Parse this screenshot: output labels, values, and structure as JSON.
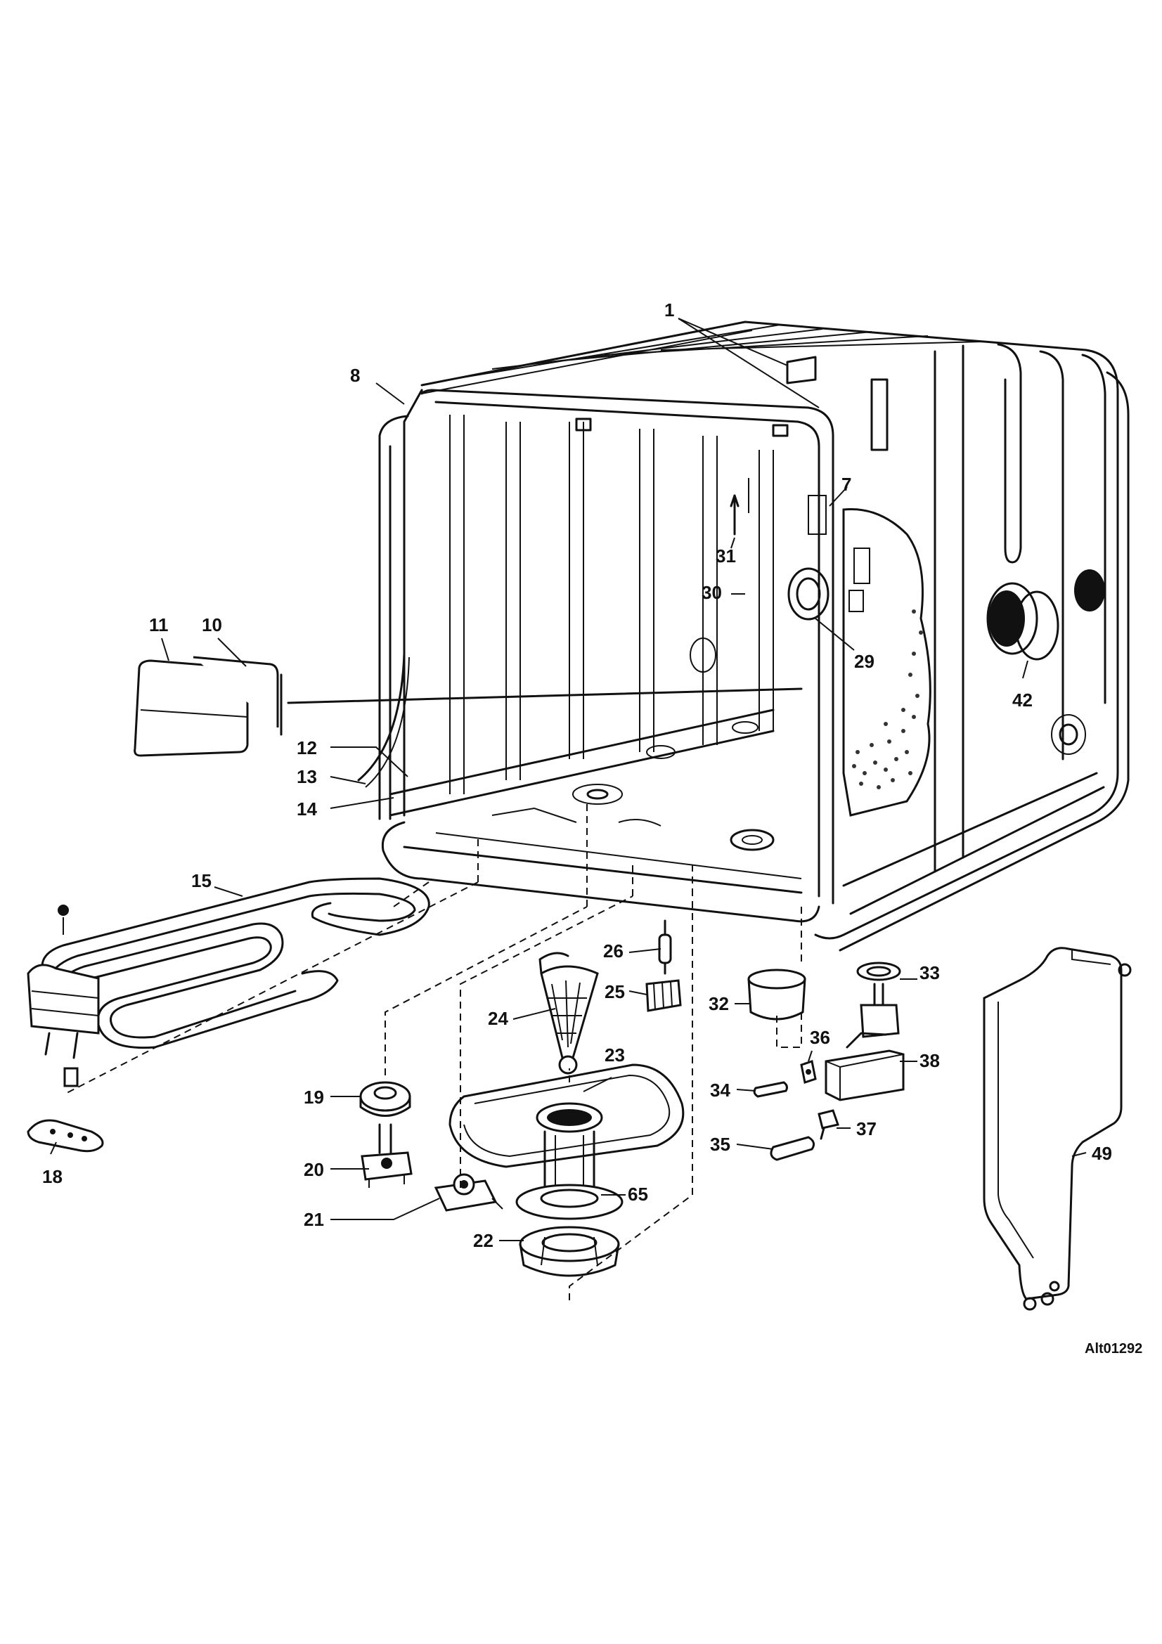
{
  "drawing_code": "Alt01292",
  "callouts": [
    {
      "id": "1",
      "label": "1"
    },
    {
      "id": "7",
      "label": "7"
    },
    {
      "id": "8",
      "label": "8"
    },
    {
      "id": "10",
      "label": "10"
    },
    {
      "id": "11",
      "label": "11"
    },
    {
      "id": "12",
      "label": "12"
    },
    {
      "id": "13",
      "label": "13"
    },
    {
      "id": "14",
      "label": "14"
    },
    {
      "id": "15",
      "label": "15"
    },
    {
      "id": "18",
      "label": "18"
    },
    {
      "id": "19",
      "label": "19"
    },
    {
      "id": "20",
      "label": "20"
    },
    {
      "id": "21",
      "label": "21"
    },
    {
      "id": "22",
      "label": "22"
    },
    {
      "id": "23",
      "label": "23"
    },
    {
      "id": "24",
      "label": "24"
    },
    {
      "id": "25",
      "label": "25"
    },
    {
      "id": "26",
      "label": "26"
    },
    {
      "id": "29",
      "label": "29"
    },
    {
      "id": "30",
      "label": "30"
    },
    {
      "id": "31",
      "label": "31"
    },
    {
      "id": "32",
      "label": "32"
    },
    {
      "id": "33",
      "label": "33"
    },
    {
      "id": "34",
      "label": "34"
    },
    {
      "id": "35",
      "label": "35"
    },
    {
      "id": "36",
      "label": "36"
    },
    {
      "id": "37",
      "label": "37"
    },
    {
      "id": "38",
      "label": "38"
    },
    {
      "id": "42",
      "label": "42"
    },
    {
      "id": "49",
      "label": "49"
    },
    {
      "id": "65",
      "label": "65"
    }
  ]
}
